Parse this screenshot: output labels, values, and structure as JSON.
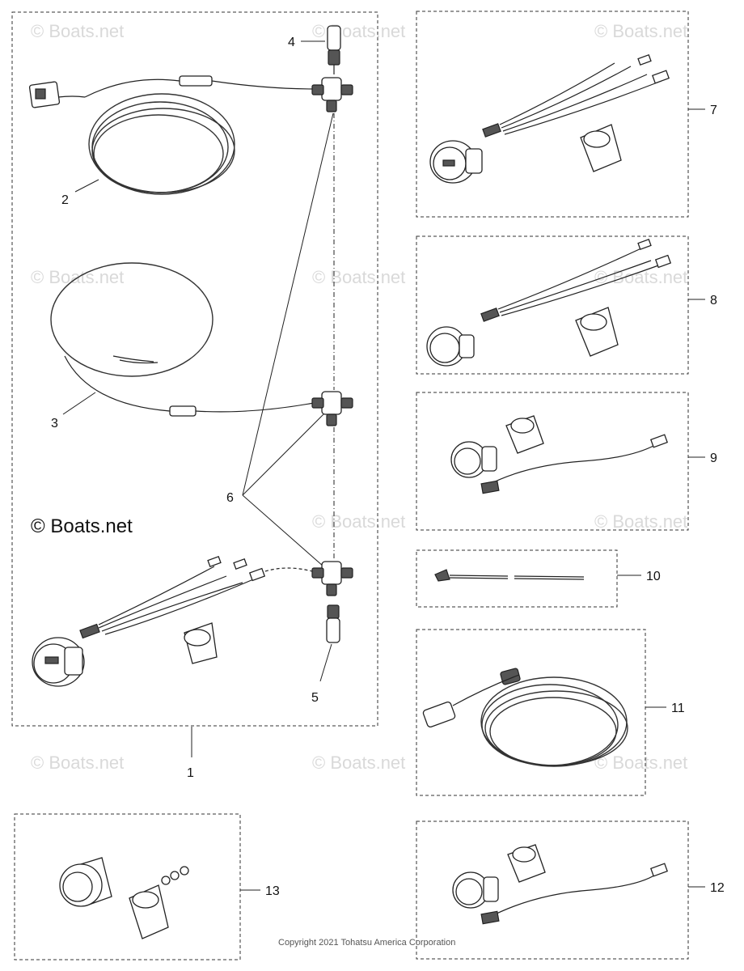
{
  "watermark": {
    "text": "© Boats.net",
    "main_text": "© Boats.net"
  },
  "copyright": "Copyright 2021 Tohatsu America Corporation",
  "callouts": [
    "1",
    "2",
    "3",
    "4",
    "5",
    "6",
    "7",
    "8",
    "9",
    "10",
    "11",
    "12",
    "13"
  ]
}
